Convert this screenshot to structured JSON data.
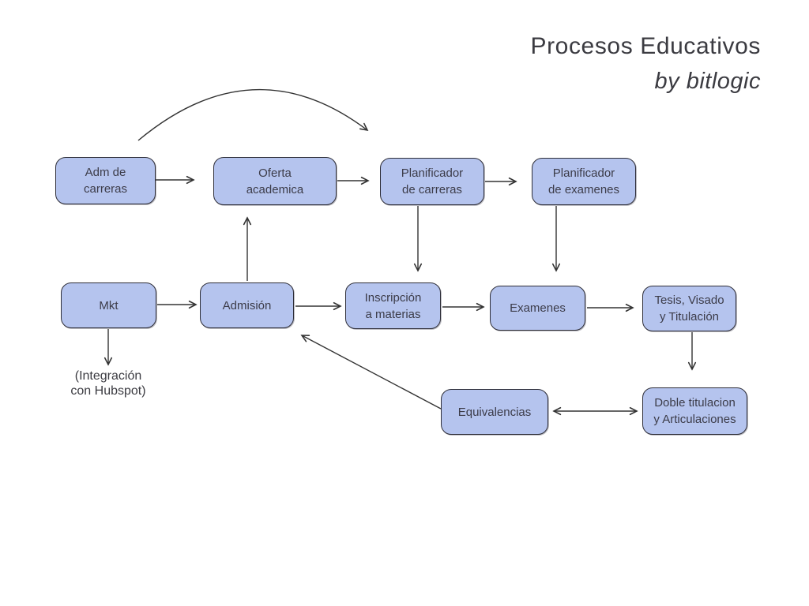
{
  "title": {
    "main": "Procesos Educativos",
    "byline": "by bitlogic"
  },
  "colors": {
    "background": "#ffffff",
    "node_fill": "#b5c4ee",
    "node_border": "#2e2e38",
    "arrow": "#333333",
    "text": "#3c3c49"
  },
  "nodes": [
    {
      "id": "adm-de-carreras",
      "label": "Adm de\ncarreras"
    },
    {
      "id": "oferta-academica",
      "label": "Oferta\nacademica"
    },
    {
      "id": "planificador-de-carreras",
      "label": "Planificador\nde carreras"
    },
    {
      "id": "planificador-de-examenes",
      "label": "Planificador\nde examenes"
    },
    {
      "id": "mkt",
      "label": "Mkt"
    },
    {
      "id": "admision",
      "label": "Admisión"
    },
    {
      "id": "inscripcion-a-materias",
      "label": "Inscripción\na materias"
    },
    {
      "id": "examenes",
      "label": "Examenes"
    },
    {
      "id": "tesis-visado-titulacion",
      "label": "Tesis, Visado\ny Titulación"
    },
    {
      "id": "equivalencias",
      "label": "Equivalencias"
    },
    {
      "id": "doble-titulacion-articulaciones",
      "label": "Doble titulacion\ny Articulaciones"
    }
  ],
  "note": {
    "label": "(Integración\ncon Hubspot)"
  },
  "edges": [
    {
      "from": "adm-de-carreras",
      "to": "planificador-de-carreras",
      "style": "curved",
      "direction": "one-way"
    },
    {
      "from": "adm-de-carreras",
      "to": "oferta-academica",
      "direction": "one-way"
    },
    {
      "from": "oferta-academica",
      "to": "planificador-de-carreras",
      "direction": "one-way"
    },
    {
      "from": "planificador-de-carreras",
      "to": "planificador-de-examenes",
      "direction": "one-way"
    },
    {
      "from": "planificador-de-carreras",
      "to": "inscripcion-a-materias",
      "direction": "one-way"
    },
    {
      "from": "planificador-de-examenes",
      "to": "examenes",
      "direction": "one-way"
    },
    {
      "from": "admision",
      "to": "oferta-academica",
      "direction": "one-way"
    },
    {
      "from": "mkt",
      "to": "admision",
      "direction": "one-way"
    },
    {
      "from": "admision",
      "to": "inscripcion-a-materias",
      "direction": "one-way"
    },
    {
      "from": "inscripcion-a-materias",
      "to": "examenes",
      "direction": "one-way"
    },
    {
      "from": "examenes",
      "to": "tesis-visado-titulacion",
      "direction": "one-way"
    },
    {
      "from": "mkt",
      "to": "hubspot-note",
      "direction": "one-way"
    },
    {
      "from": "tesis-visado-titulacion",
      "to": "doble-titulacion-articulaciones",
      "direction": "one-way"
    },
    {
      "from": "doble-titulacion-articulaciones",
      "to": "equivalencias",
      "direction": "two-way"
    },
    {
      "from": "equivalencias",
      "to": "admision",
      "direction": "one-way"
    }
  ]
}
